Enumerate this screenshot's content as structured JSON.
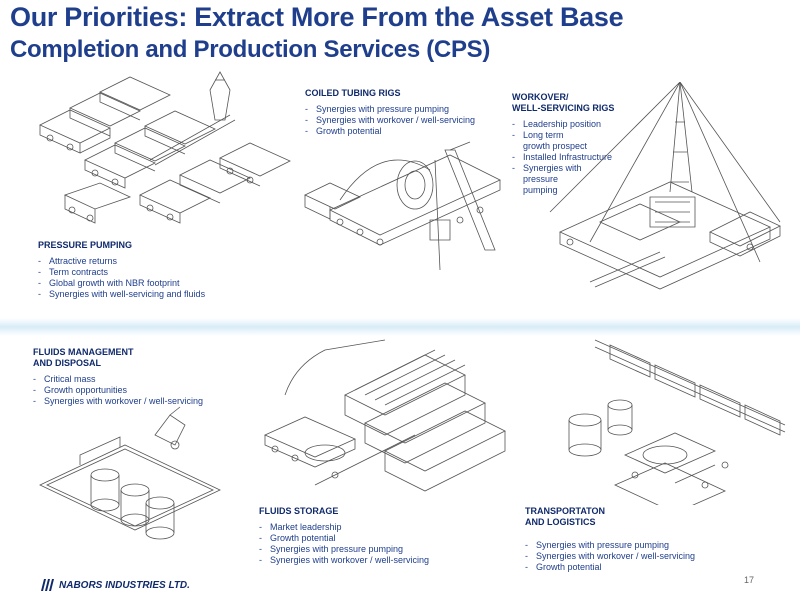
{
  "slide": {
    "title": "Our Priorities:  Extract More From the Asset Base",
    "subtitle": "Completion and Production Services (CPS)",
    "page_number": "17"
  },
  "sections": {
    "pressure_pumping": {
      "heading": "PRESSURE PUMPING",
      "bullets": [
        "Attractive returns",
        "Term contracts",
        "Global growth with NBR footprint",
        "Synergies with well-servicing and fluids"
      ]
    },
    "coiled_tubing": {
      "heading": "COILED TUBING RIGS",
      "bullets": [
        "Synergies with pressure pumping",
        "Synergies with workover / well-servicing",
        "Growth potential"
      ]
    },
    "workover": {
      "heading_line1": "WORKOVER/",
      "heading_line2": "WELL-SERVICING RIGS",
      "bullets": [
        "Leadership position",
        "Long term growth prospect",
        "Installed Infrastructure",
        "Synergies with pressure pumping"
      ]
    },
    "fluids_mgmt": {
      "heading_line1": "FLUIDS MANAGEMENT",
      "heading_line2": "AND DISPOSAL",
      "bullets": [
        "Critical mass",
        "Growth opportunities",
        "Synergies with workover / well-servicing"
      ]
    },
    "fluids_storage": {
      "heading": "FLUIDS STORAGE",
      "bullets": [
        "Market leadership",
        "Growth potential",
        "Synergies with pressure pumping",
        "Synergies with workover / well-servicing"
      ]
    },
    "transportation": {
      "heading_line1": "TRANSPORTATON",
      "heading_line2": "AND LOGISTICS",
      "bullets": [
        "Synergies with pressure pumping",
        "Synergies with workover / well-servicing",
        "Growth potential"
      ]
    }
  },
  "footer": {
    "company": "NABORS INDUSTRIES LTD."
  }
}
